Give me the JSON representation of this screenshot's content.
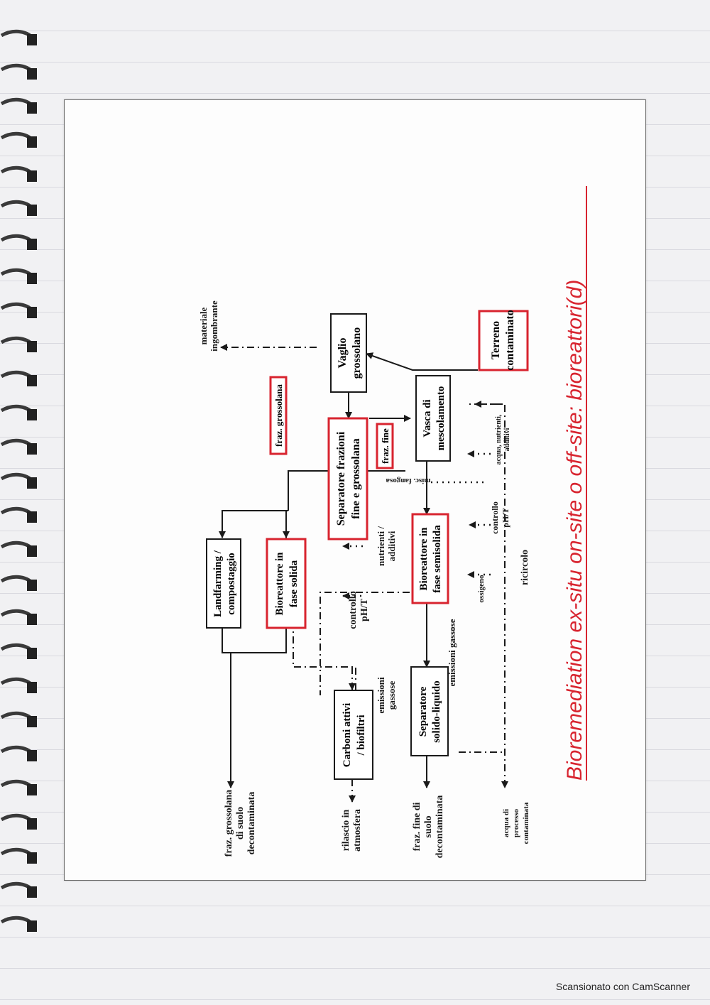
{
  "title": "Bioremediation ex-situ on-site o off-site: bioreattori(d)",
  "boxes": {
    "terreno": [
      "Terreno",
      "contaminato"
    ],
    "vaglio": [
      "Vaglio",
      "grossolano"
    ],
    "vasca": [
      "Vasca di",
      "mescolamento"
    ],
    "separatore_frazioni": [
      "Separatore frazioni",
      "fine e grossolana"
    ],
    "bioreattore_semisolida": [
      "Bioreattore in",
      "fase semisolida"
    ],
    "separatore_solido": [
      "Separatore",
      "solido-liquido"
    ],
    "bioreattore_solida": [
      "Bioreattore in",
      "fase solida"
    ],
    "landfarming": [
      "Landfarming /",
      "compostaggio"
    ],
    "carboni": [
      "Carboni attivi",
      "/ biofiltri"
    ],
    "fraz_fine": [
      "fraz. fine"
    ],
    "fraz_grossolana": [
      "fraz. grossolana"
    ]
  },
  "labels": {
    "materiale": [
      "materiale",
      "ingombrante"
    ],
    "acqua_nutrienti": [
      "acqua, nutrienti,",
      "additivi"
    ],
    "controllo1": [
      "controllo",
      "pH/T"
    ],
    "misc_fangosa": [
      "misc. fangosa"
    ],
    "ricircolo": [
      "ricircolo"
    ],
    "ossigeno": [
      "ossigeno"
    ],
    "nutrienti": [
      "nutrienti /",
      "additivi"
    ],
    "controllo2": [
      "controllo",
      "pH/T"
    ],
    "emissioni_gassose1": [
      "emissioni gassose"
    ],
    "emissioni_gassose2": [
      "emissioni",
      "gassose"
    ],
    "acqua_processo": [
      "acqua di",
      "processo",
      "contaminata"
    ],
    "fraz_fine_suolo": [
      "fraz. fine di",
      "suolo",
      "decontaminata"
    ],
    "rilascio": [
      "rilascio in",
      "atmosfera"
    ],
    "fraz_grossolana_suolo": [
      "fraz. grossolana",
      "di suolo",
      "decontaminata"
    ]
  },
  "footer": "Scansionato con CamScanner",
  "colors": {
    "accent": "#d8242f",
    "ink": "#1a1a1a"
  }
}
